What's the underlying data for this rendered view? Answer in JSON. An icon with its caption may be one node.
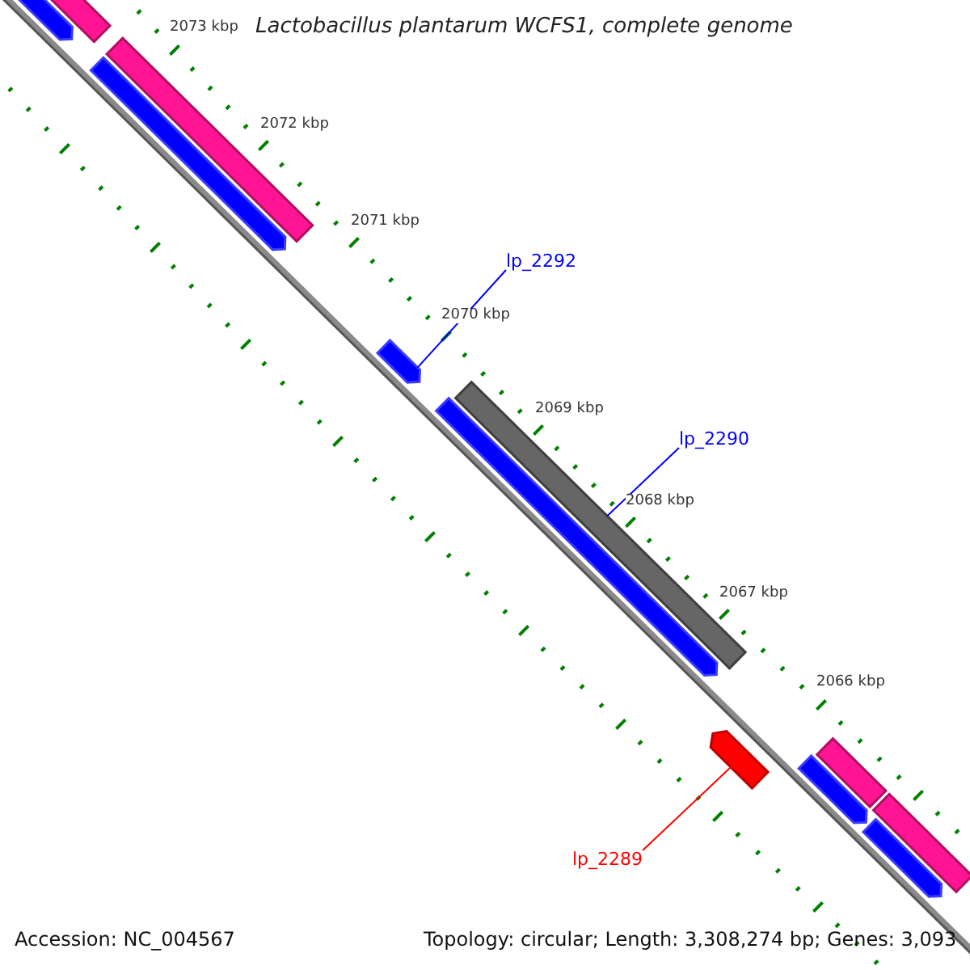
{
  "diagram": {
    "title": "Lactobacillus plantarum WCFS1, complete genome",
    "nodes": [
      {
        "text": [
          "lp_2292"
        ]
      },
      {
        "text": [],
        "shape": "bar"
      },
      {
        "text": [
          "lp_2290"
        ]
      },
      {
        "text": [],
        "shape": "bar"
      },
      {
        "text": [],
        "shape": "bar"
      },
      {
        "text": [
          "lp_2289"
        ]
      }
    ],
    "edges": [
      {
        "from": 0,
        "to": 1,
        "arrow": "none"
      },
      {
        "from": 2,
        "to": 3,
        "arrow": "none"
      },
      {
        "from": 5,
        "to": 4,
        "arrow": "none",
        "color": "#ff0000"
      }
    ],
    "labels": [
      "2073 kbp",
      "2072 kbp",
      "2071 kbp",
      "2070 kbp",
      "2069 kbp",
      "2068 kbp",
      "2067 kbp",
      "2066 kbp",
      "Accession: NC_004567",
      "Topology: circular; Length: 3,308,274 bp; Genes: 3,093"
    ]
  }
}
